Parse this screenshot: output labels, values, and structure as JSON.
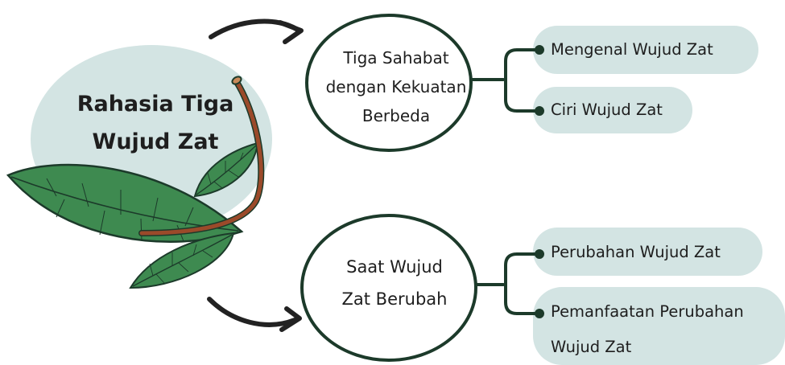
{
  "main_topic": {
    "line1": "Rahasia Tiga",
    "line2": "Wujud Zat"
  },
  "branches": [
    {
      "title_lines": [
        "Tiga Sahabat",
        "dengan Kekuatan",
        "Berbeda"
      ],
      "subtopics": [
        {
          "lines": [
            "Mengenal Wujud Zat"
          ]
        },
        {
          "lines": [
            "Ciri Wujud Zat"
          ]
        }
      ]
    },
    {
      "title_lines": [
        "Saat Wujud",
        "Zat Berubah"
      ],
      "subtopics": [
        {
          "lines": [
            "Perubahan Wujud Zat"
          ]
        },
        {
          "lines": [
            "Pemanfaatan Perubahan",
            "Wujud Zat"
          ]
        }
      ]
    }
  ],
  "colors": {
    "bubble_fill": "#d3e4e3",
    "line_dark_green": "#1c3a2a",
    "leaf_fill": "#3e8a50",
    "leaf_vein": "#1c3a2a",
    "stem": "#9b4a2a",
    "arrow": "#222222"
  },
  "icons": [
    "leaf-icon",
    "stem-icon",
    "curved-arrow-icon"
  ]
}
